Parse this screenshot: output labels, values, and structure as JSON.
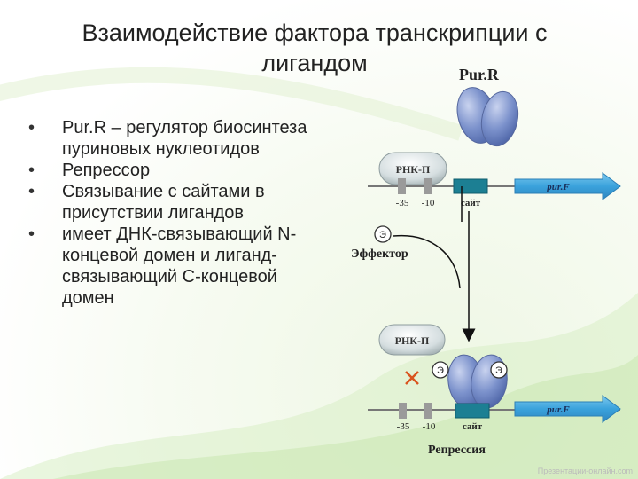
{
  "title": "Взаимодействие фактора транскрипции с лигандом",
  "bullets": [
    "Pur.R – регулятор биосинтеза пуриновых нуклеотидов",
    "Репрессор",
    "Связывание с сайтами в присутствии лигандов",
    "имеет ДНК-связывающий N-концевой домен и лиганд-связывающий C-концевой домен"
  ],
  "diagram": {
    "purr_label": "Pur.R",
    "rnkp_top": "РНК-П",
    "minus35_top": "-35",
    "minus10_top": "-10",
    "site_top": "сайт",
    "gene_top": "pur.F",
    "effector_symbol": "Э",
    "effector_label": "Эффектор",
    "rnkp_bottom": "РНК-П",
    "ligand_left": "Э",
    "ligand_right": "Э",
    "gene_bottom": "pur.F",
    "minus35_bottom": "-35",
    "minus10_bottom": "-10",
    "site_bottom": "сайт",
    "repression_label": "Репрессия"
  },
  "colors": {
    "protein": "#6f86c4",
    "gene_arrow": "#39a6de",
    "site": "#1c7f93",
    "promoter_box": "#9a9a9a",
    "cross": "#d9541e"
  },
  "footer": "Презентации-онлайн.com"
}
